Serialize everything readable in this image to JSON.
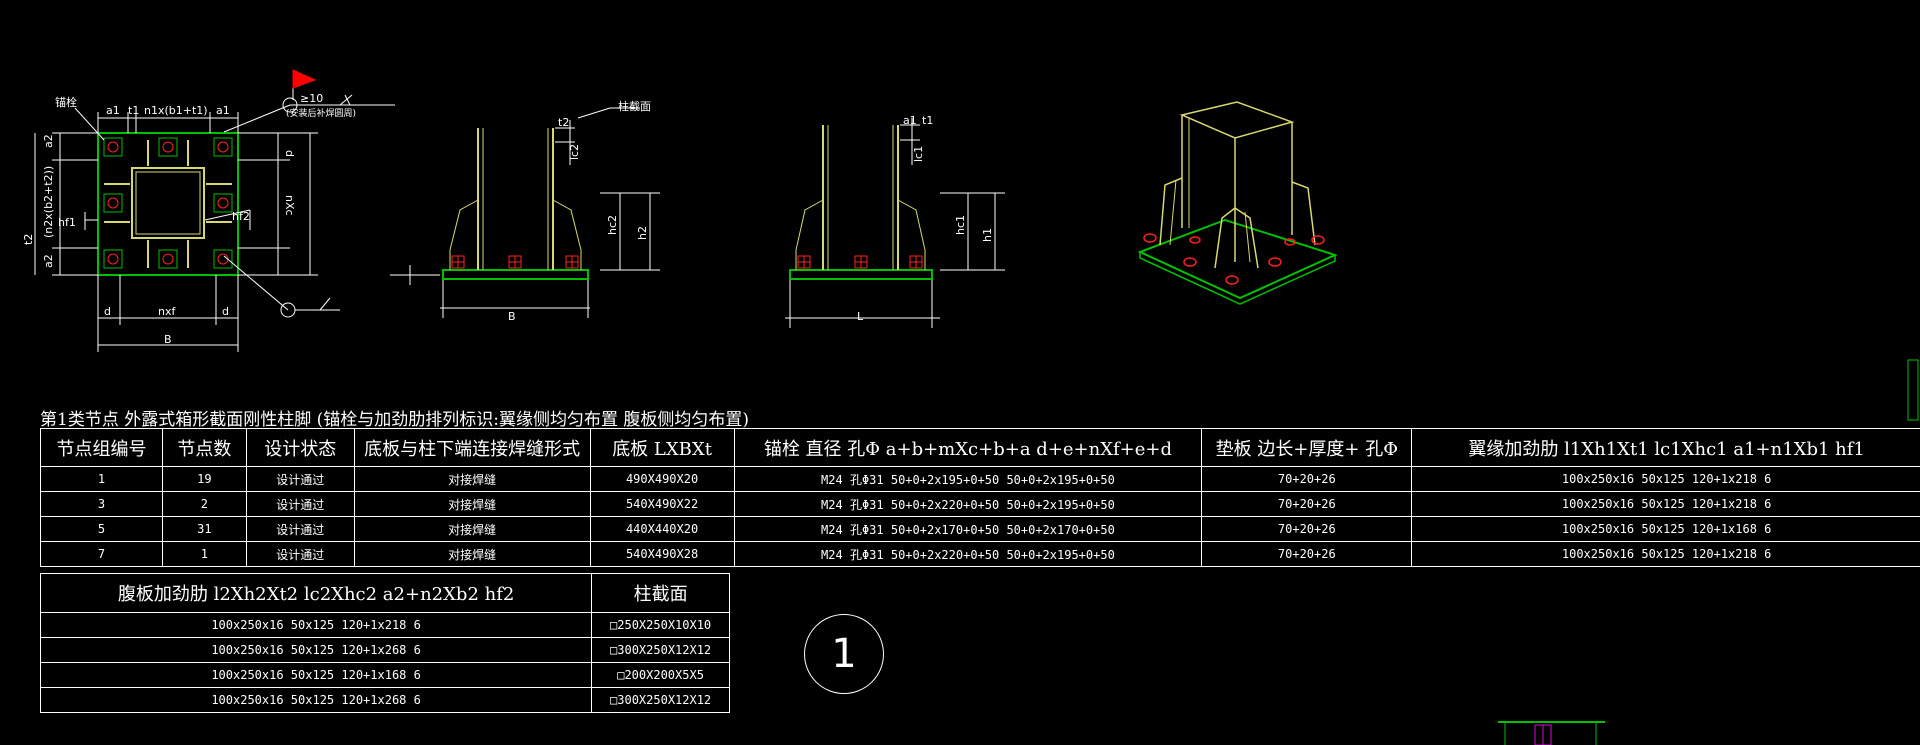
{
  "drawing": {
    "plan_labels": {
      "a1_top": "a1",
      "t1_top": "t1",
      "nlx_top": "n1x(b1+t1)",
      "a1_top_r": "a1",
      "anchor": "锚栓",
      "ge10": "≥10",
      "spec": "(安装后补焊圆周)",
      "a2_left": "a2",
      "n2x": "(n2x(b2+t2))",
      "hf1": "hf1",
      "t2": "t2",
      "a2_left_b": "a2",
      "d_right": "d",
      "nxc": "nXc",
      "hf2": "hf2",
      "d_bot_l": "d",
      "nxf": "nxf",
      "d_bot_r": "d",
      "B": "B"
    },
    "section1_labels": {
      "col": "柱截面",
      "t2": "t2",
      "lc2": "lc2",
      "hc2": "hc2",
      "h2": "h2",
      "B": "B"
    },
    "section2_labels": {
      "a1": "a1",
      "t1": "t1",
      "lc1": "lc1",
      "hc1": "hc1",
      "h1": "h1",
      "L": "L"
    },
    "detail_number": "1"
  },
  "title": "第1类节点 外露式箱形截面刚性柱脚 (锚栓与加劲肋排列标识:翼缘侧均匀布置 腹板侧均匀布置)",
  "table1": {
    "headers": [
      "节点组编号",
      "节点数",
      "设计状态",
      "底板与柱下端连接焊缝形式",
      "底板 LXBXt",
      "锚栓 直径 孔Φ a+b+mXc+b+a d+e+nXf+e+d",
      "垫板 边长+厚度+ 孔Φ",
      "翼缘加劲肋 l1Xh1Xt1 lc1Xhc1 a1+n1Xb1 hf1"
    ],
    "rows": [
      [
        "1",
        "19",
        "设计通过",
        "对接焊缝",
        "490X490X20",
        "M24 孔Φ31 50+0+2x195+0+50 50+0+2x195+0+50",
        "70+20+26",
        "100x250x16 50x125 120+1x218 6"
      ],
      [
        "3",
        "2",
        "设计通过",
        "对接焊缝",
        "540X490X22",
        "M24 孔Φ31 50+0+2x220+0+50 50+0+2x195+0+50",
        "70+20+26",
        "100x250x16 50x125 120+1x218 6"
      ],
      [
        "5",
        "31",
        "设计通过",
        "对接焊缝",
        "440X440X20",
        "M24 孔Φ31 50+0+2x170+0+50 50+0+2x170+0+50",
        "70+20+26",
        "100x250x16 50x125 120+1x168 6"
      ],
      [
        "7",
        "1",
        "设计通过",
        "对接焊缝",
        "540X490X28",
        "M24 孔Φ31 50+0+2x220+0+50 50+0+2x195+0+50",
        "70+20+26",
        "100x250x16 50x125 120+1x218 6"
      ]
    ]
  },
  "table2": {
    "headers": [
      "腹板加劲肋 l2Xh2Xt2 lc2Xhc2 a2+n2Xb2 hf2",
      "柱截面"
    ],
    "rows": [
      [
        "100x250x16 50x125 120+1x218 6",
        "□250X250X10X10"
      ],
      [
        "100x250x16 50x125 120+1x268 6",
        "□300X250X12X12"
      ],
      [
        "100x250x16 50x125 120+1x168 6",
        "□200X200X5X5"
      ],
      [
        "100x250x16 50x125 120+1x268 6",
        "□300X250X12X12"
      ]
    ]
  },
  "colors": {
    "background": "#000000",
    "plate": "#00c000",
    "column": "#d8d870",
    "bolt": "#ff2020",
    "line": "#ffffff",
    "flag": "#ff0000",
    "magenta": "#e000e0"
  }
}
